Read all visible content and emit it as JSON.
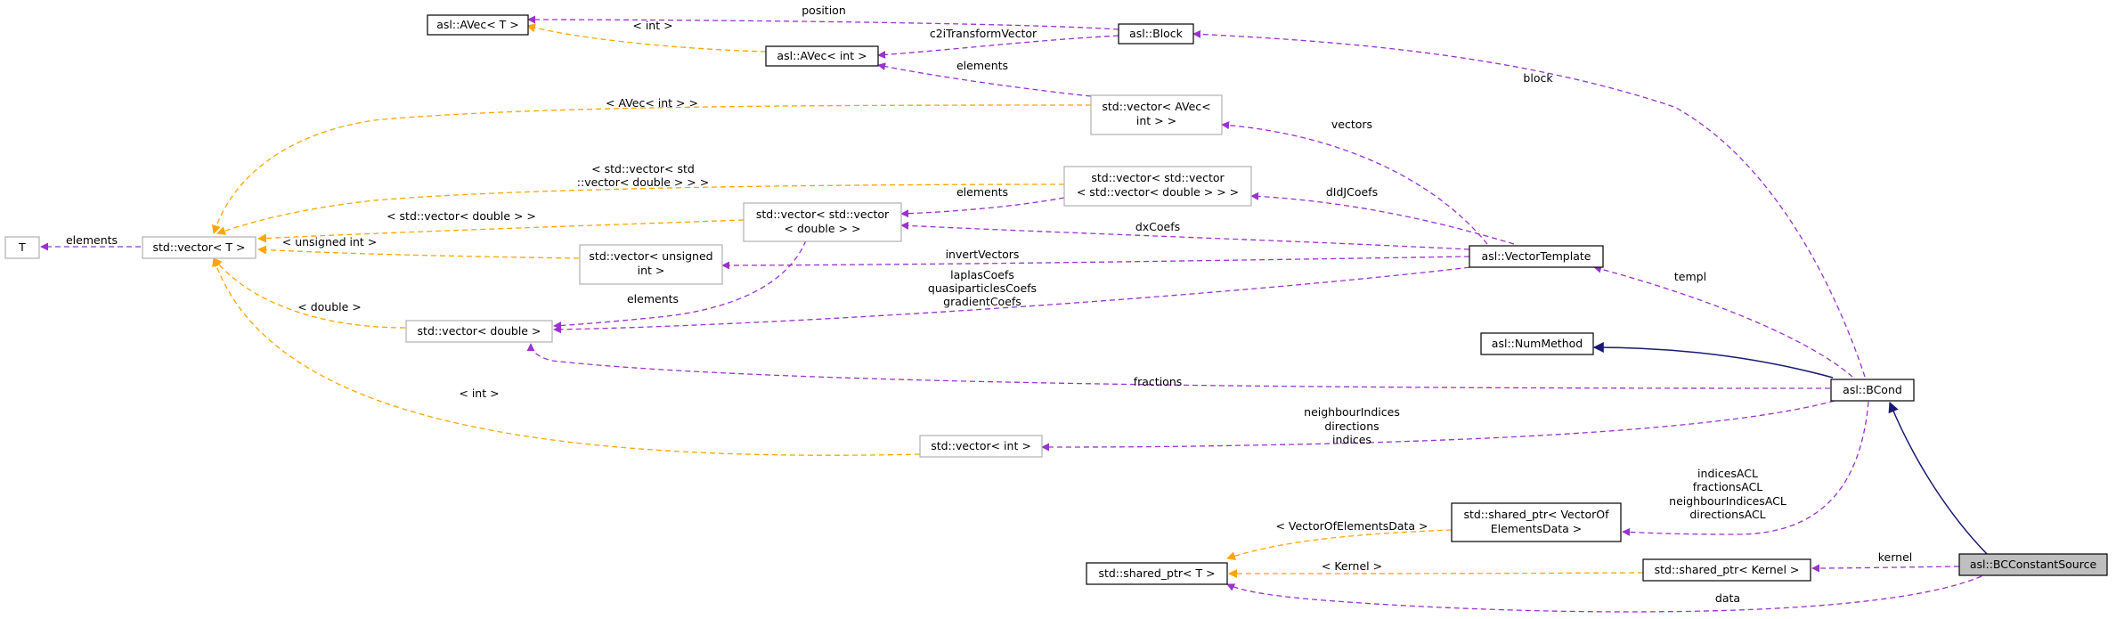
{
  "nodes": {
    "avec_t": "asl::AVec< T >",
    "block": "asl::Block",
    "avec_int": "asl::AVec< int >",
    "vec_avec_int": [
      "std::vector< AVec<",
      "int > >"
    ],
    "vec_vec_vec_double": [
      "std::vector< std::vector",
      "< std::vector< double > > >"
    ],
    "vec_vec_double": [
      "std::vector< std::vector",
      "< double > >"
    ],
    "t": "T",
    "vec_t": "std::vector< T >",
    "vec_unsigned": [
      "std::vector< unsigned",
      "int >"
    ],
    "vec_double": "std::vector< double >",
    "vector_template": "asl::VectorTemplate",
    "num_method": "asl::NumMethod",
    "bcond": "asl::BCond",
    "vec_int": "std::vector< int >",
    "sp_voed": [
      "std::shared_ptr< VectorOf",
      "ElementsData >"
    ],
    "sp_kernel": "std::shared_ptr< Kernel >",
    "sp_t": "std::shared_ptr< T >",
    "bc_constant_source": "asl::BCConstantSource"
  },
  "edge_labels": {
    "position": "position",
    "int_tpl_avec": "< int >",
    "c2i": "c2iTransformVector",
    "elements_avec": "elements",
    "block": "block",
    "avec_int_tpl": "< AVec< int > >",
    "vectors": "vectors",
    "vec_vec_tpl": [
      "< std::vector< std",
      "::vector< double > > >"
    ],
    "elements_vvd": "elements",
    "didj": "dIdJCoefs",
    "vec_double_tpl": "< std::vector< double > >",
    "dx": "dxCoefs",
    "unsigned_tpl": "< unsigned int >",
    "elements_t": "elements",
    "invert": "invertVectors",
    "laplas": [
      "laplasCoefs",
      "quasiparticlesCoefs",
      "gradientCoefs"
    ],
    "elements_vd": "elements",
    "double_tpl": "< double >",
    "templ": "templ",
    "fractions": "fractions",
    "int_tpl": "< int >",
    "neighbour": [
      "neighbourIndices",
      "directions",
      "indices"
    ],
    "acl": [
      "indicesACL",
      "fractionsACL",
      "neighbourIndicesACL",
      "directionsACL"
    ],
    "voed_tpl": "< VectorOfElementsData >",
    "kernel_tpl": "< Kernel >",
    "kernel": "kernel",
    "data": "data"
  },
  "colors": {
    "usage_edge": "#9a32cd",
    "template_edge": "#ffa500",
    "inheritance_edge": "#191970",
    "selected_node_fill": "#bfbfbf",
    "undocumented_border": "#b0b0b0"
  }
}
